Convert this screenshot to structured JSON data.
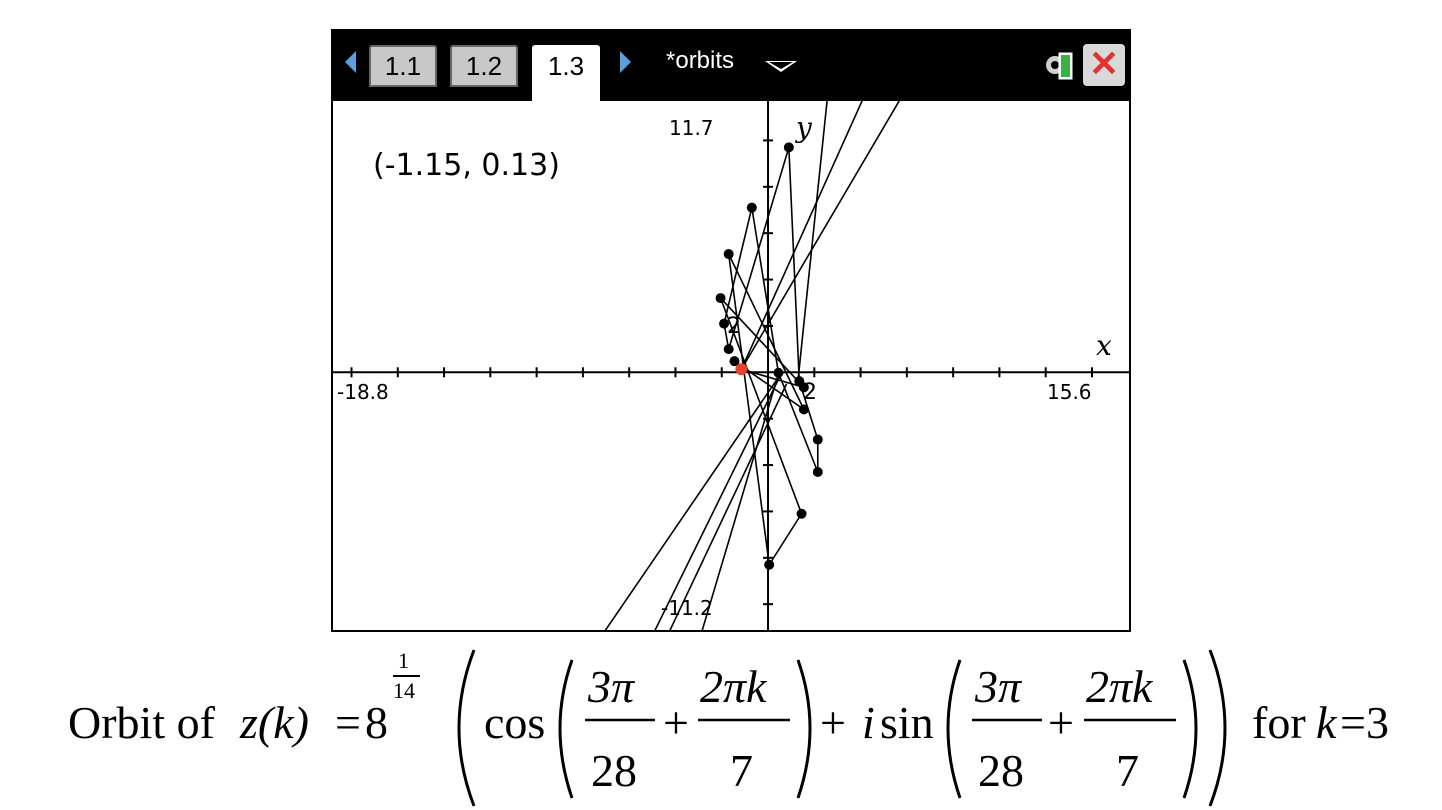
{
  "toolbar": {
    "tabs": [
      "1.1",
      "1.2",
      "1.3"
    ],
    "active_tab": "1.3",
    "document_title": "*orbits",
    "icons": [
      "left-arrow-icon",
      "right-arrow-icon",
      "dropdown-caret-icon",
      "battery-gear-icon",
      "close-icon"
    ]
  },
  "graph": {
    "coordinate_readout": "(-1.15, 0.13)",
    "x_axis_label": "x",
    "y_axis_label": "y",
    "x_min_label": "-18.8",
    "x_max_label": "15.6",
    "y_max_label": "11.7",
    "y_min_label": "-11.2",
    "tick_label_small_up": "2",
    "tick_label_small_right": "2",
    "window": {
      "xmin": -18.8,
      "xmax": 15.6,
      "ymin": -11.2,
      "ymax": 11.7
    },
    "highlight_point": {
      "x": -1.15,
      "y": 0.13,
      "color": "#e8412c"
    },
    "orbit_points": [
      {
        "x": 0.9,
        "y": 9.7
      },
      {
        "x": -0.7,
        "y": 7.1
      },
      {
        "x": -1.7,
        "y": 5.1
      },
      {
        "x": -2.05,
        "y": 3.2
      },
      {
        "x": -1.9,
        "y": 2.1
      },
      {
        "x": -1.7,
        "y": 1.0
      },
      {
        "x": -1.45,
        "y": 0.48
      },
      {
        "x": -1.15,
        "y": 0.13
      },
      {
        "x": 0.45,
        "y": -0.02
      },
      {
        "x": 1.35,
        "y": -0.38
      },
      {
        "x": 1.55,
        "y": -0.65
      },
      {
        "x": 1.55,
        "y": -1.6
      },
      {
        "x": 2.15,
        "y": -2.9
      },
      {
        "x": 2.15,
        "y": -4.3
      },
      {
        "x": 1.45,
        "y": -6.1
      },
      {
        "x": 0.05,
        "y": -8.3
      }
    ]
  },
  "caption": {
    "prefix": "Orbit of",
    "z_of_k": "z(k)",
    "equals": "=",
    "base": "8",
    "exp_num": "1",
    "exp_den": "14",
    "cos": "cos",
    "isin_i": "i",
    "sin": "sin",
    "frac1_num": "3π",
    "frac1_den": "28",
    "plus": "+",
    "frac2_num": "2πk",
    "frac2_den": "7",
    "suffix": "for",
    "k_var": "k",
    "k_value": "=3"
  },
  "colors": {
    "titlebar": "#000000",
    "tab_arrow": "#5aa0e0",
    "close_x": "#e0322e",
    "battery": "#3cb043"
  }
}
